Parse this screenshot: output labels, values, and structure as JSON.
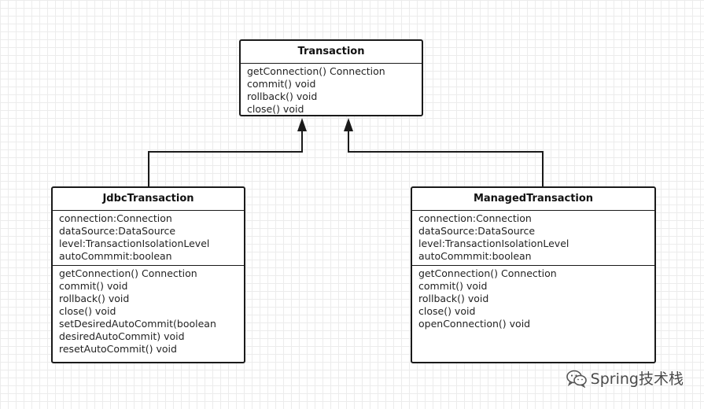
{
  "classes": {
    "transaction": {
      "name": "Transaction",
      "attributes": [],
      "methods": [
        "getConnection() Connection",
        "commit() void",
        "rollback() void",
        "close() void"
      ]
    },
    "jdbc": {
      "name": "JdbcTransaction",
      "attributes": [
        "connection:Connection",
        "dataSource:DataSource",
        "level:TransactionIsolationLevel",
        "autoCommmit:boolean"
      ],
      "methods": [
        "getConnection() Connection",
        "commit() void",
        "rollback() void",
        "close() void",
        "setDesiredAutoCommit(boolean",
        "desiredAutoCommit) void",
        "resetAutoCommit() void"
      ]
    },
    "managed": {
      "name": "ManagedTransaction",
      "attributes": [
        "connection:Connection",
        "dataSource:DataSource",
        "level:TransactionIsolationLevel",
        "autoCommmit:boolean"
      ],
      "methods": [
        "getConnection() Connection",
        "commit() void",
        "rollback() void",
        "close() void",
        "openConnection() void"
      ]
    }
  },
  "watermark": {
    "text": "Spring技术栈",
    "icon": "wechat-icon"
  }
}
